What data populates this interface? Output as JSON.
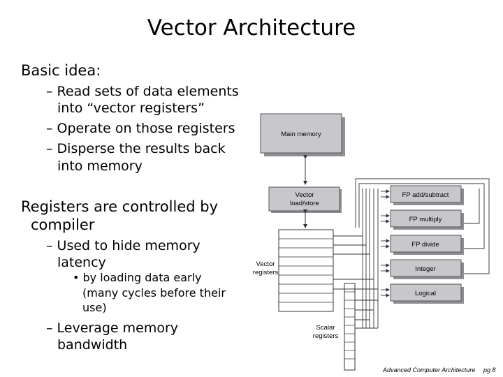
{
  "slide": {
    "title": "Vector Architecture",
    "basic_idea": "Basic idea:",
    "read_1": "– Read sets of data elements",
    "read_2": "into “vector registers”",
    "operate": "– Operate on those registers",
    "disperse_1": "– Disperse the results back",
    "disperse_2": "into memory",
    "registers_1": "Registers are controlled by",
    "registers_2": "compiler",
    "hide_1": "– Used to hide memory",
    "hide_2": "latency",
    "loading_1": "• by loading data early",
    "loading_2": "(many cycles before their",
    "loading_3": "use)",
    "leverage_1": "– Leverage memory",
    "leverage_2": "bandwidth"
  },
  "diagram": {
    "main_memory": "Main memory",
    "load_store_1": "Vector",
    "load_store_2": "load/store",
    "vector_registers_1": "Vector",
    "vector_registers_2": "registers",
    "scalar_registers_1": "Scalar",
    "scalar_registers_2": "registers",
    "units": [
      "FP add/subtract",
      "FP multiply",
      "FP divide",
      "Integer",
      "Logical"
    ],
    "box_fill": "#c8c8cc",
    "box_stroke": "#555555"
  },
  "footer": {
    "course": "Advanced Computer Architecture",
    "page": "pg 8"
  }
}
